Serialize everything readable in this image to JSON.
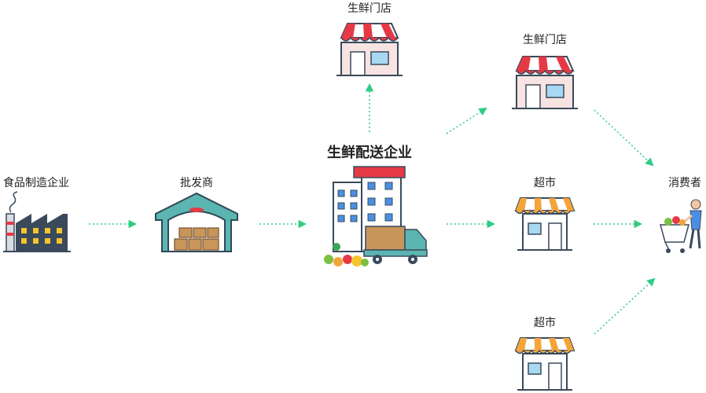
{
  "nodes": {
    "manufacturer": "食品制造企业",
    "wholesaler": "批发商",
    "distributor": "生鲜配送企业",
    "store_top": "生鲜门店",
    "store_right": "生鲜门店",
    "supermarket_mid": "超市",
    "supermarket_bottom": "超市",
    "consumer": "消费者"
  },
  "colors": {
    "arrow": "#2ecc85",
    "building_dark": "#3a4a5c",
    "awning_red": "#e63946",
    "awning_orange": "#f4a53a"
  }
}
